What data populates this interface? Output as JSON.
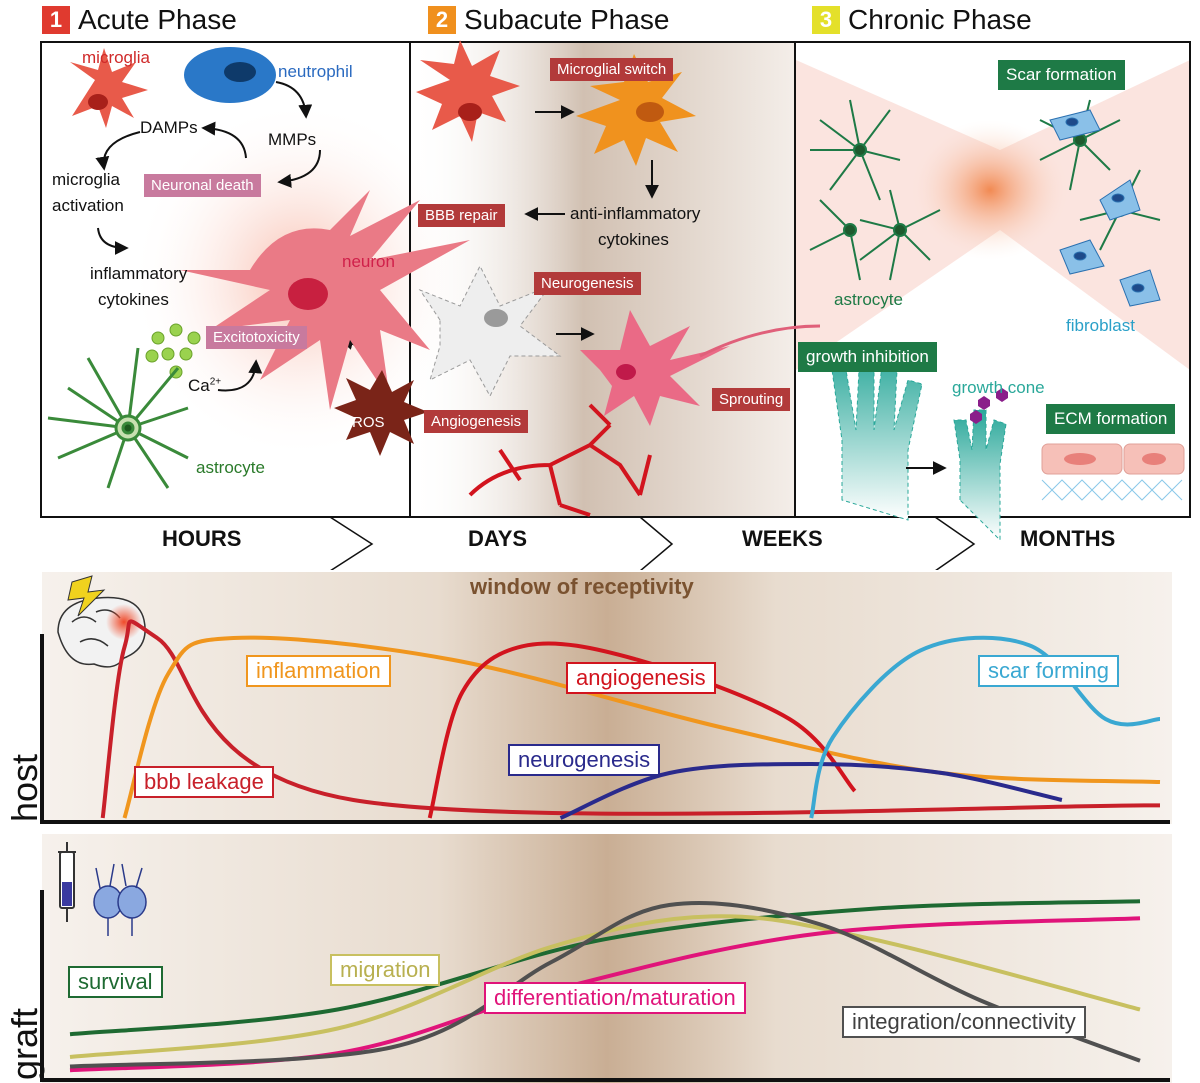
{
  "phases": [
    {
      "num": "1",
      "title": "Acute Phase",
      "color": "#e03a2f"
    },
    {
      "num": "2",
      "title": "Subacute Phase",
      "color": "#f0901e"
    },
    {
      "num": "3",
      "title": "Chronic Phase",
      "color": "#e4e02a"
    }
  ],
  "acute": {
    "microglia": "microglia",
    "neutrophil": "neutrophil",
    "damps": "DAMPs",
    "mmps": "MMPs",
    "microglia_activation_1": "microglia",
    "microglia_activation_2": "activation",
    "neuronal_death": "Neuronal death",
    "inflammatory_1": "inflammatory",
    "inflammatory_2": "cytokines",
    "neuron": "neuron",
    "excitotoxicity": "Excitotoxicity",
    "ca": "Ca",
    "ca_sup": "2+",
    "ros": "ROS",
    "astrocyte": "astrocyte"
  },
  "subacute": {
    "microglial_switch": "Microglial switch",
    "bbb_repair": "BBB repair",
    "anti_1": "anti-inflammatory",
    "anti_2": "cytokines",
    "neurogenesis": "Neurogenesis",
    "sprouting": "Sprouting",
    "angiogenesis": "Angiogenesis"
  },
  "chronic": {
    "scar_formation": "Scar formation",
    "astrocyte": "astrocyte",
    "fibroblast": "fibroblast",
    "growth_inhibition": "growth inhibition",
    "growth_cone": "growth cone",
    "ecm_formation": "ECM formation"
  },
  "timeline": [
    "HOURS",
    "DAYS",
    "WEEKS",
    "MONTHS"
  ],
  "window": "window of receptivity",
  "host_axis": "host",
  "graft_axis": "graft",
  "colors": {
    "bbb": "#c8202a",
    "inflammation": "#f0961e",
    "angiogenesis": "#d2141e",
    "neurogenesis": "#2a2a8c",
    "scar": "#3aa8d2",
    "survival": "#1e6a32",
    "migration": "#c8c060",
    "differentiation": "#e0147a",
    "integration": "#505050",
    "window": "#7a5230"
  },
  "chart_data": [
    {
      "type": "line",
      "panel": "host",
      "series": [
        {
          "name": "bbb leakage",
          "points": [
            [
              0.03,
              0.0
            ],
            [
              0.05,
              0.95
            ],
            [
              0.08,
              1.0
            ],
            [
              0.26,
              0.1
            ],
            [
              1.0,
              0.07
            ]
          ]
        },
        {
          "name": "inflammation",
          "points": [
            [
              0.05,
              0.0
            ],
            [
              0.09,
              0.8
            ],
            [
              0.15,
              1.0
            ],
            [
              0.35,
              0.88
            ],
            [
              0.6,
              0.5
            ],
            [
              0.8,
              0.25
            ],
            [
              1.0,
              0.2
            ]
          ]
        },
        {
          "name": "angiogenesis",
          "points": [
            [
              0.33,
              0.0
            ],
            [
              0.36,
              0.7
            ],
            [
              0.42,
              0.96
            ],
            [
              0.52,
              0.88
            ],
            [
              0.66,
              0.55
            ],
            [
              0.72,
              0.15
            ]
          ]
        },
        {
          "name": "neurogenesis",
          "points": [
            [
              0.45,
              0.0
            ],
            [
              0.55,
              0.25
            ],
            [
              0.68,
              0.3
            ],
            [
              0.8,
              0.25
            ],
            [
              0.91,
              0.1
            ]
          ]
        },
        {
          "name": "scar forming",
          "points": [
            [
              0.68,
              0.0
            ],
            [
              0.7,
              0.45
            ],
            [
              0.78,
              0.93
            ],
            [
              0.88,
              0.96
            ],
            [
              0.95,
              0.55
            ],
            [
              1.0,
              0.55
            ]
          ]
        }
      ]
    },
    {
      "type": "line",
      "panel": "graft",
      "series": [
        {
          "name": "survival",
          "points": [
            [
              0.0,
              0.22
            ],
            [
              0.25,
              0.35
            ],
            [
              0.5,
              0.72
            ],
            [
              0.75,
              0.88
            ],
            [
              1.0,
              0.92
            ]
          ]
        },
        {
          "name": "migration",
          "points": [
            [
              0.0,
              0.1
            ],
            [
              0.25,
              0.25
            ],
            [
              0.45,
              0.68
            ],
            [
              0.6,
              0.84
            ],
            [
              0.75,
              0.72
            ],
            [
              1.0,
              0.35
            ]
          ]
        },
        {
          "name": "differentiation/maturation",
          "points": [
            [
              0.0,
              0.03
            ],
            [
              0.25,
              0.12
            ],
            [
              0.45,
              0.45
            ],
            [
              0.7,
              0.75
            ],
            [
              1.0,
              0.83
            ]
          ]
        },
        {
          "name": "integration/connectivity",
          "points": [
            [
              0.0,
              0.05
            ],
            [
              0.3,
              0.15
            ],
            [
              0.45,
              0.6
            ],
            [
              0.56,
              0.9
            ],
            [
              0.7,
              0.8
            ],
            [
              0.85,
              0.4
            ],
            [
              1.0,
              0.08
            ]
          ]
        }
      ]
    }
  ]
}
